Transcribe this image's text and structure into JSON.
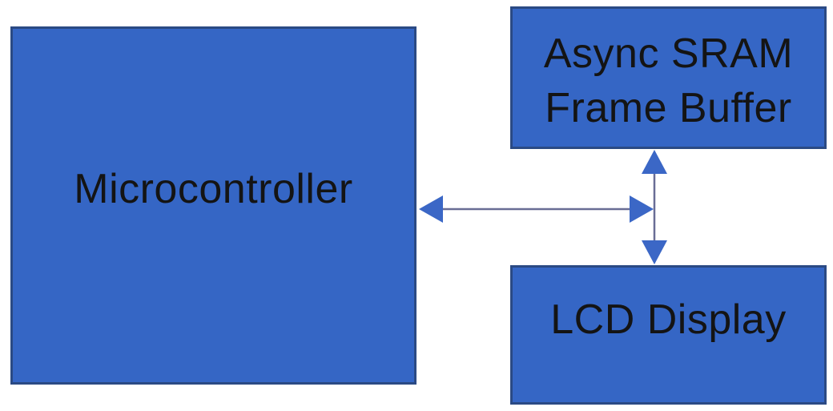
{
  "diagram": {
    "type": "block-diagram",
    "background": "#ffffff",
    "nodes": [
      {
        "id": "microcontroller",
        "label": "Microcontroller"
      },
      {
        "id": "sram",
        "label": "Async SRAM Frame Buffer",
        "line1": "Async SRAM",
        "line2": "Frame Buffer"
      },
      {
        "id": "lcd",
        "label": "LCD Display"
      }
    ],
    "edges": [
      {
        "from": "microcontroller",
        "to": "sram-lcd-bus",
        "direction": "bidirectional",
        "orientation": "horizontal"
      },
      {
        "from": "sram",
        "to": "lcd",
        "direction": "bidirectional",
        "orientation": "vertical"
      }
    ],
    "colors": {
      "node_fill": "#3566c5",
      "node_border": "#2b4a84",
      "text": "#141414",
      "arrow_line": "#696d95",
      "arrow_head": "#3b67c6",
      "background": "#ffffff"
    }
  }
}
